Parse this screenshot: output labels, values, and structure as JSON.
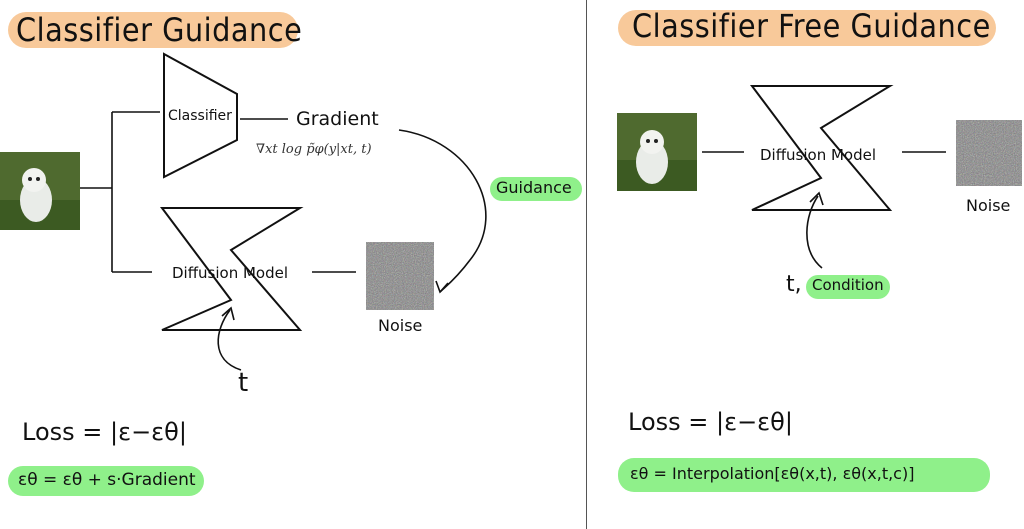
{
  "left": {
    "title": "Classifier Guidance",
    "classifier_label": "Classifier",
    "gradient_label": "Gradient",
    "gradient_formula": "∇xt log p̃φ(y|xt, t)",
    "guidance_label": "Guidance",
    "diffusion_label": "Diffusion Model",
    "noise_label": "Noise",
    "t_label": "t",
    "loss_label": "Loss = |ε−εθ|",
    "formula_label": "εθ = εθ + s·Gradient"
  },
  "right": {
    "title": "Classifier Free Guidance",
    "diffusion_label": "Diffusion Model",
    "noise_label": "Noise",
    "t_prefix": "t,",
    "condition_label": "Condition",
    "loss_label": "Loss = |ε−εθ|",
    "formula_label": "εθ = Interpolation[εθ(x,t), εθ(x,t,c)]"
  },
  "colors": {
    "title_pill": "#f8c99a",
    "highlight": "#8ff08a"
  },
  "icons": [
    "dog-photo",
    "noise-patch"
  ]
}
